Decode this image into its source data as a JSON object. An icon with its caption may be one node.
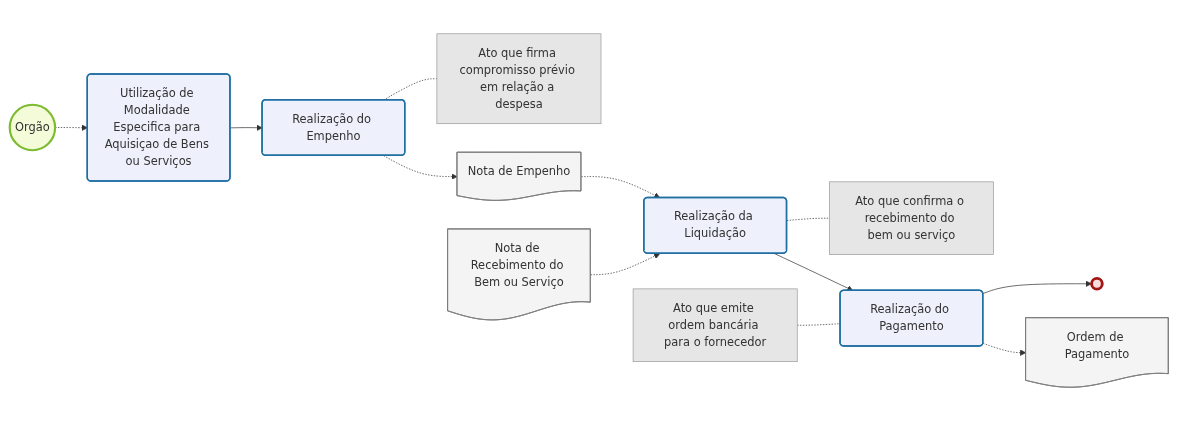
{
  "diagram": {
    "nodes": [
      {
        "text": [
          "Orgão"
        ]
      },
      {
        "text": [
          "Utilização de Modalidade Especifica para Aquisiçao de Bens ou Serviços"
        ]
      },
      {
        "text": [
          "Realização do Empenho"
        ]
      },
      {
        "text": [
          "Ato que firma compromisso prévio em relação a despesa"
        ]
      },
      {
        "text": [
          "Nota de Empenho"
        ]
      },
      {
        "text": [
          "Nota de Recebimento do Bem ou Serviço"
        ]
      },
      {
        "text": [
          "Realização da Liquidação"
        ]
      },
      {
        "text": [
          "Ato que confirma o recebimento do bem ou serviço"
        ]
      },
      {
        "text": [
          "Ato que emite ordem bancária para o fornecedor"
        ]
      },
      {
        "text": [
          "Realização do Pagamento"
        ]
      },
      {
        "text": [
          "Ordem de Pagamento"
        ]
      },
      {
        "text": [],
        "shape": "circle"
      }
    ],
    "edges": [
      {
        "from": 0,
        "to": 1,
        "arrow": "to",
        "style": "dashed"
      },
      {
        "from": 1,
        "to": 2,
        "arrow": "to"
      },
      {
        "from": 2,
        "to": 3,
        "arrow": "none",
        "style": "dashed"
      },
      {
        "from": 2,
        "to": 4,
        "arrow": "to",
        "style": "dashed"
      },
      {
        "from": 4,
        "to": 6,
        "arrow": "to",
        "style": "dashed"
      },
      {
        "from": 5,
        "to": 6,
        "arrow": "to",
        "style": "dashed"
      },
      {
        "from": 6,
        "to": 7,
        "arrow": "none",
        "style": "dashed"
      },
      {
        "from": 6,
        "to": 9,
        "arrow": "to"
      },
      {
        "from": 9,
        "to": 8,
        "arrow": "none",
        "style": "dashed"
      },
      {
        "from": 9,
        "to": 11,
        "arrow": "to"
      },
      {
        "from": 9,
        "to": 10,
        "arrow": "to",
        "style": "dashed"
      }
    ]
  }
}
